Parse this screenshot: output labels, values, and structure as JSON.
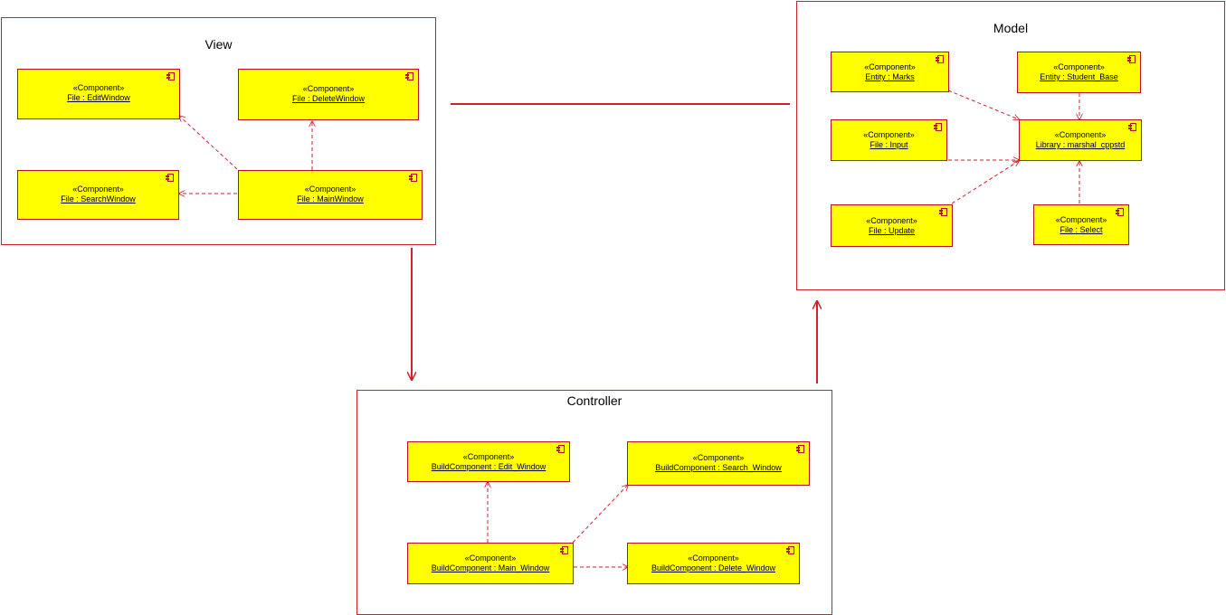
{
  "packages": {
    "view": {
      "title": "View"
    },
    "model": {
      "title": "Model"
    },
    "controller": {
      "title": "Controller"
    }
  },
  "components": {
    "edit_window": {
      "stereotype": "«Component»",
      "name": "File : EditWindow"
    },
    "delete_window": {
      "stereotype": "«Component»",
      "name": "File : DeleteWindow"
    },
    "search_window": {
      "stereotype": "«Component»",
      "name": "File : SearchWindow"
    },
    "main_window": {
      "stereotype": "«Component»",
      "name": "File : MainWindow"
    },
    "marks": {
      "stereotype": "«Component»",
      "name": "Entity : Marks"
    },
    "student_base": {
      "stereotype": "«Component»",
      "name": "Entity : Student_Base"
    },
    "input": {
      "stereotype": "«Component»",
      "name": "File : Input"
    },
    "library": {
      "stereotype": "«Component»",
      "name": "Library : marshal_cppstd"
    },
    "update": {
      "stereotype": "«Component»",
      "name": "File : Update"
    },
    "select": {
      "stereotype": "«Component»",
      "name": "File : Select"
    },
    "bc_edit": {
      "stereotype": "«Component»",
      "name": "BuildComponent : Edit_Window"
    },
    "bc_search": {
      "stereotype": "«Component»",
      "name": "BuildComponent : Search_Window"
    },
    "bc_main": {
      "stereotype": "«Component»",
      "name": "BuildComponent : Main_Window"
    },
    "bc_delete": {
      "stereotype": "«Component»",
      "name": "BuildComponent : Delete_Window"
    }
  },
  "colors": {
    "line": "#d11f2b",
    "component_fill": "#ffff00",
    "component_border": "#b5121b"
  },
  "icon": "component-icon"
}
